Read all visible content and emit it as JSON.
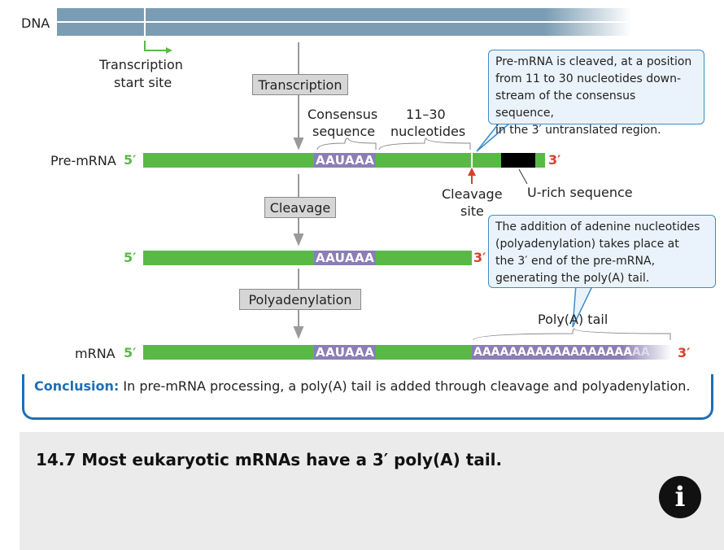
{
  "labels": {
    "dna": "DNA",
    "transcription_start_line1": "Transcription",
    "transcription_start_line2": "start site",
    "consensus_line1": "Consensus",
    "consensus_line2": "sequence",
    "nucleotides_line1": "11–30",
    "nucleotides_line2": "nucleotides",
    "pre_mrna": "Pre-mRNA",
    "mrna": "mRNA",
    "five_prime": "5′",
    "three_prime": "3′",
    "aauaaa": "AAUAAA",
    "cleavage_site_line1": "Cleavage",
    "cleavage_site_line2": "site",
    "u_rich": "U-rich sequence",
    "polya_tail": "Poly(A) tail",
    "polya_seq": "AAAAAAAAAAAAAAAAAA",
    "polya_fade": "AA"
  },
  "steps": {
    "transcription": "Transcription",
    "cleavage": "Cleavage",
    "polyadenylation": "Polyadenylation"
  },
  "callouts": {
    "cleavage_line1": "Pre-mRNA is cleaved, at a position",
    "cleavage_line2": "from 11 to 30 nucleotides down-",
    "cleavage_line3": "stream of the consensus sequence,",
    "cleavage_line4": "in the 3′ untranslated region.",
    "polya_line1": "The addition of adenine nucleotides",
    "polya_line2": "(polyadenylation) takes place at",
    "polya_line3": "the 3′ end of the pre-mRNA,",
    "polya_line4": "generating the poly(A) tail."
  },
  "conclusion": {
    "label": "Conclusion:",
    "text": "In pre-mRNA processing, a poly(A) tail is added through cleavage and polyadenylation."
  },
  "caption": "14.7 Most eukaryotic mRNAs have a 3′ poly(A) tail.",
  "colors": {
    "rna_green": "#5ab946",
    "motif_purple": "#8a7fb5",
    "prime_red": "#d6402b",
    "callout_blue": "#3d8dc8",
    "dna_blue": "#7e9fb4"
  },
  "icons": {
    "info": "info-icon"
  }
}
